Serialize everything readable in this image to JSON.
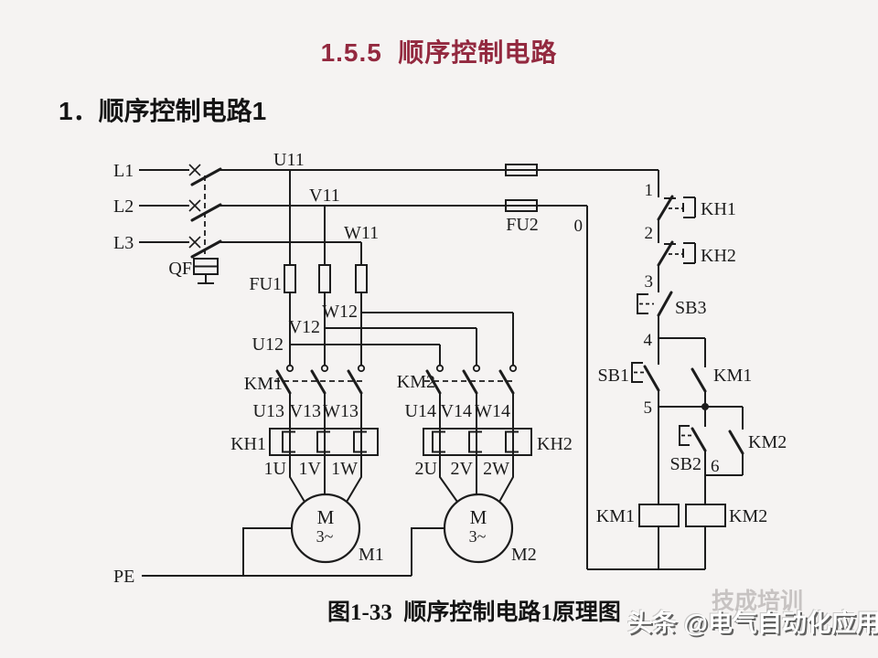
{
  "slide": {
    "title": "1.5.5  顺序控制电路",
    "subtitle": "1．顺序控制电路1",
    "caption": "图1-33  顺序控制电路1原理图",
    "watermark_back": "技成培训",
    "watermark_front": "头条 @电气自动化应用",
    "colors": {
      "title_accent": "#93293f",
      "line": "#1c1c1c",
      "background": "#f5f3f2"
    }
  },
  "labels": {
    "L1": "L1",
    "L2": "L2",
    "L3": "L3",
    "PE": "PE",
    "QF": "QF",
    "U11": "U11",
    "V11": "V11",
    "W11": "W11",
    "FU1": "FU1",
    "FU2": "FU2",
    "wire0": "0",
    "U12": "U12",
    "V12": "V12",
    "W12": "W12",
    "KM1_main": "KM1",
    "KM2_main": "KM2",
    "U13": "U13",
    "V13": "V13",
    "W13": "W13",
    "U14": "U14",
    "V14": "V14",
    "W14": "W14",
    "KH1_heater": "KH1",
    "KH2_heater": "KH2",
    "p1U": "1U",
    "p1V": "1V",
    "p1W": "1W",
    "p2U": "2U",
    "p2V": "2V",
    "p2W": "2W",
    "motor1": {
      "m": "M",
      "ph": "3~",
      "name": "M1"
    },
    "motor2": {
      "m": "M",
      "ph": "3~",
      "name": "M2"
    },
    "n1": "1",
    "n2": "2",
    "n3": "3",
    "n4": "4",
    "n5": "5",
    "n6": "6",
    "KH1_contact": "KH1",
    "KH2_contact": "KH2",
    "SB3": "SB3",
    "SB1": "SB1",
    "SB2": "SB2",
    "KM1_aux": "KM1",
    "KM2_aux": "KM2",
    "KM1_coil": "KM1",
    "KM2_coil": "KM2"
  }
}
